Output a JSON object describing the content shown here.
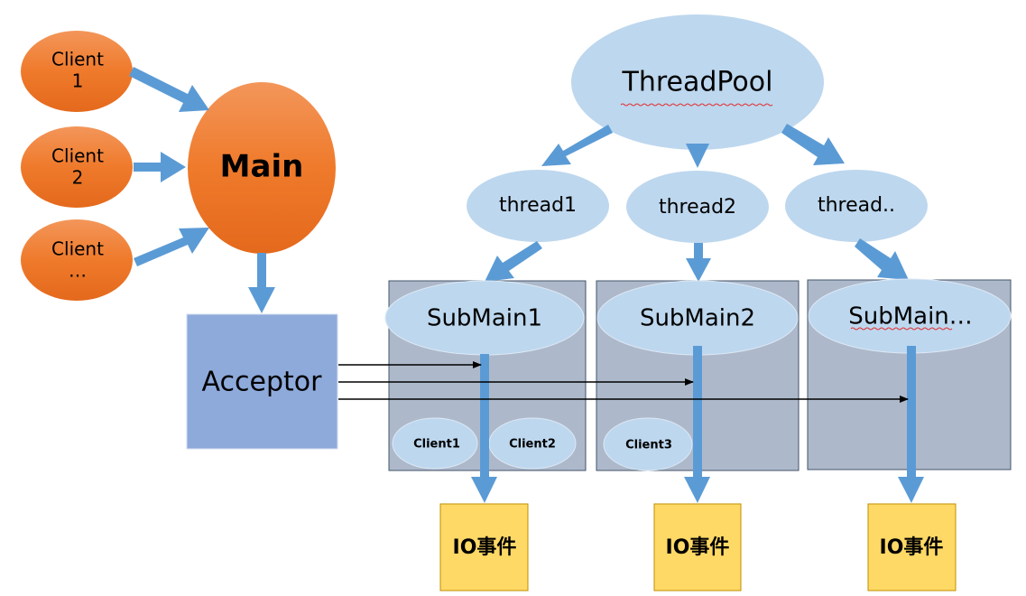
{
  "colors": {
    "client_orange": "#ef7a2b",
    "main_orange": "#ec7a2a",
    "arrow_blue": "#5b9bd5",
    "acceptor_fill": "#8eaadb",
    "thread_fill": "#bdd7ee",
    "submain_box": "#adb9ca",
    "submain_border": "#44546a",
    "io_fill": "#ffd966",
    "io_border": "#bf9000",
    "line_black": "#000000"
  },
  "clients": [
    {
      "line1": "Client",
      "line2": "1"
    },
    {
      "line1": "Client",
      "line2": "2"
    },
    {
      "line1": "Client",
      "line2": "…"
    }
  ],
  "main": {
    "label": "Main"
  },
  "acceptor": {
    "label": "Acceptor"
  },
  "thread_pool": {
    "label": "ThreadPool"
  },
  "threads": [
    {
      "label": "thread1"
    },
    {
      "label": "thread2"
    },
    {
      "label": "thread.."
    }
  ],
  "submains": [
    {
      "label": "SubMain1",
      "clients": [
        "Client1",
        "Client2"
      ]
    },
    {
      "label": "SubMain2",
      "clients": [
        "Client3"
      ]
    },
    {
      "label": "SubMain…",
      "clients": []
    }
  ],
  "io_events": [
    {
      "label": "IO事件"
    },
    {
      "label": "IO事件"
    },
    {
      "label": "IO事件"
    }
  ]
}
